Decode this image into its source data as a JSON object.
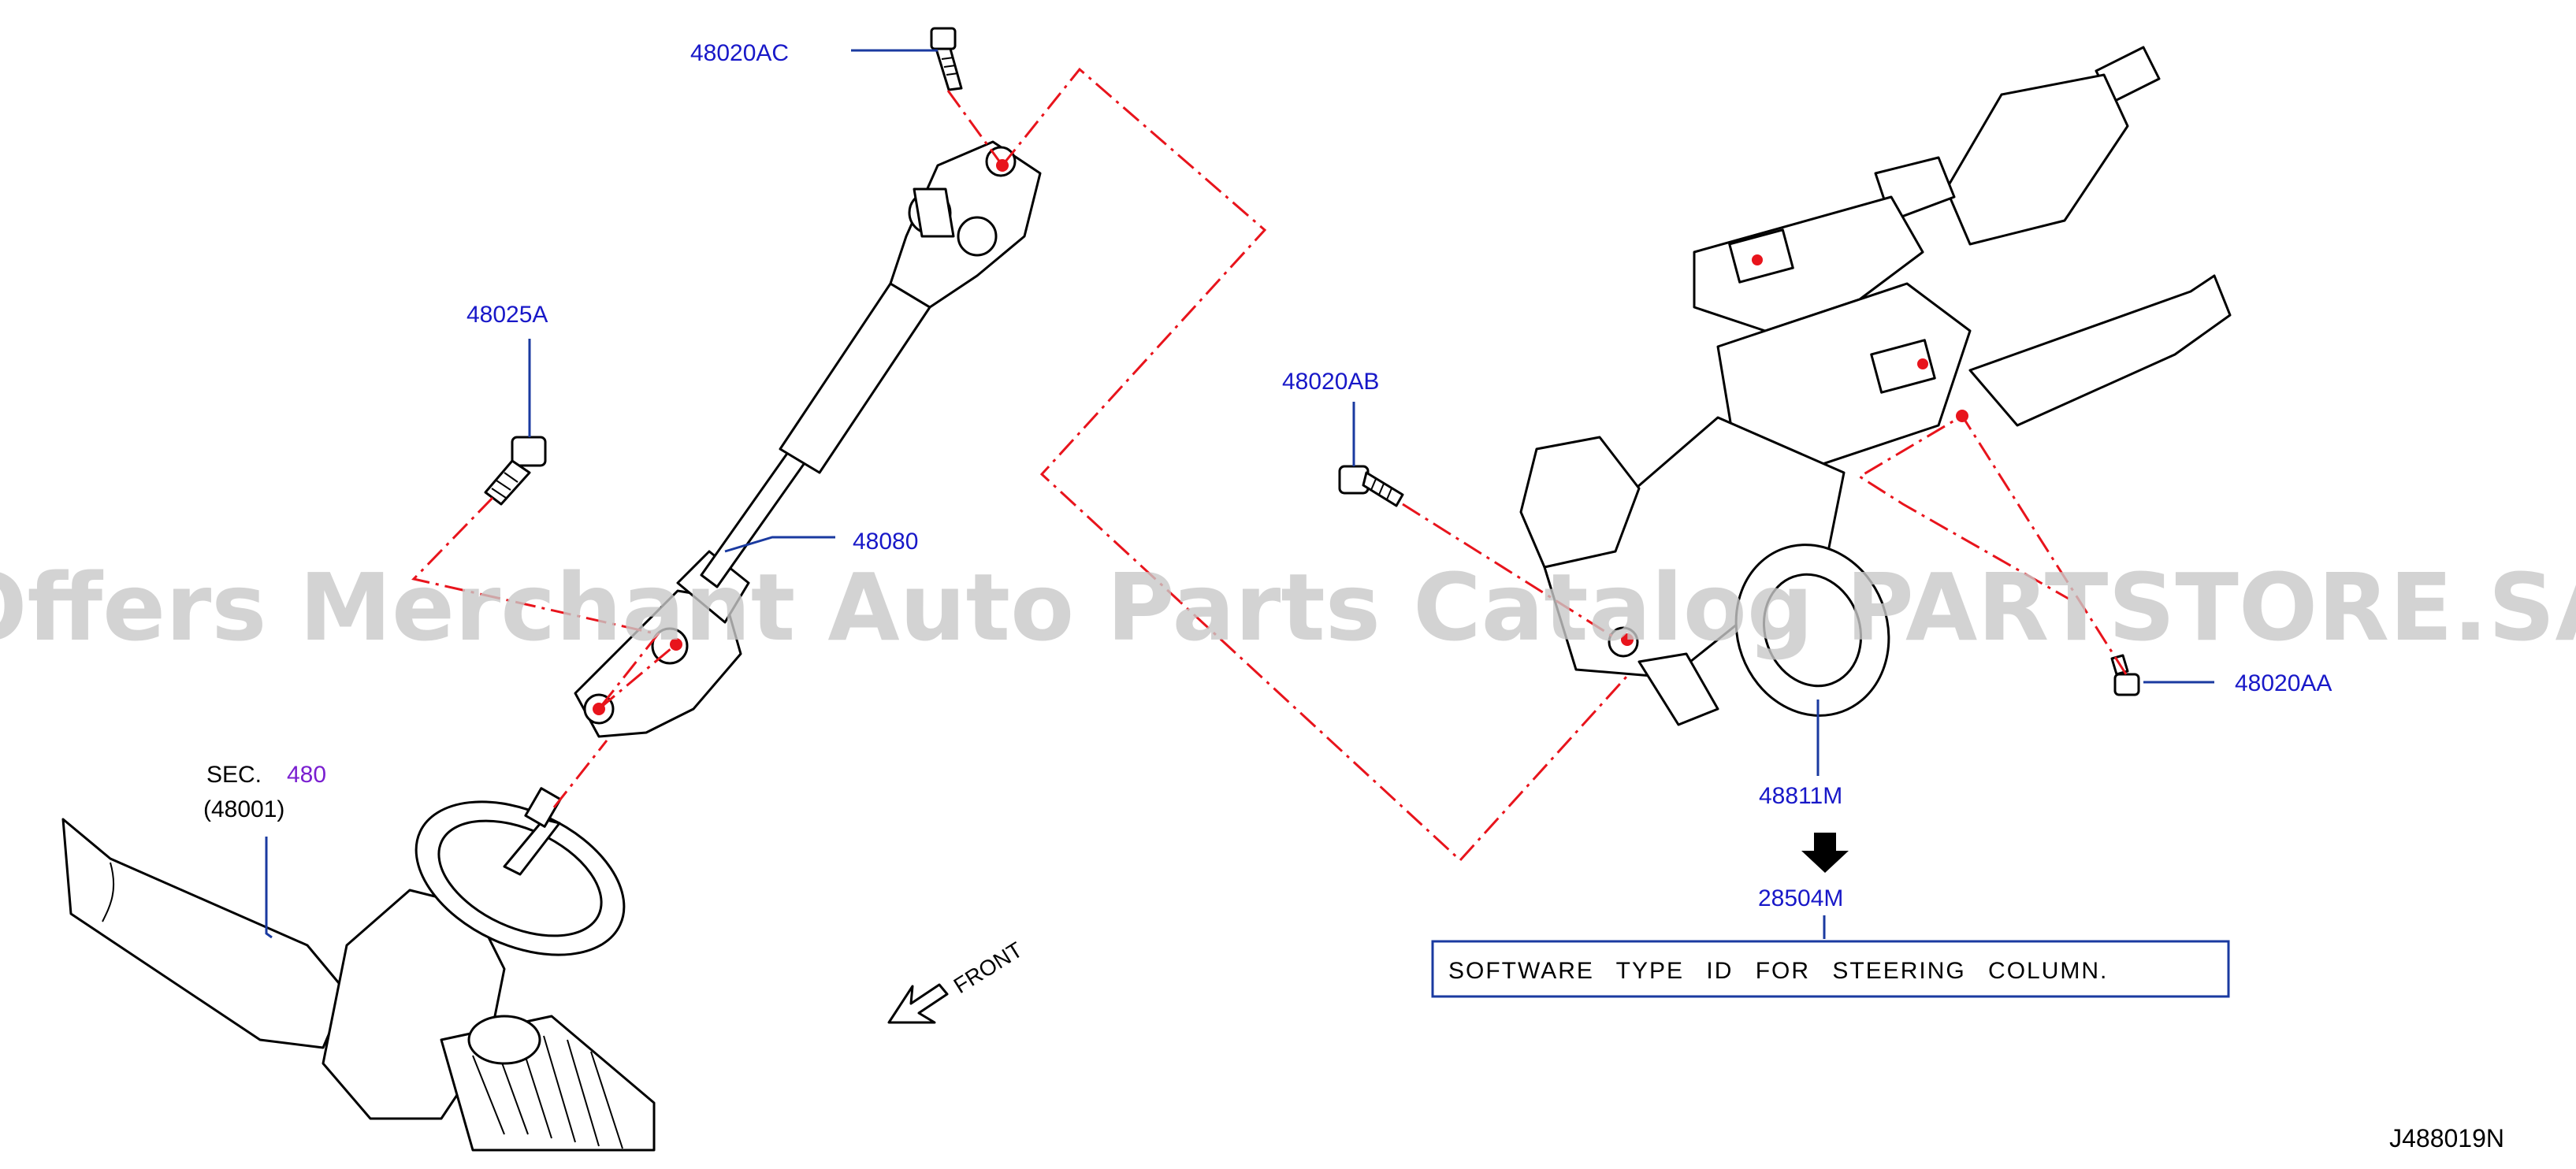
{
  "callouts": {
    "p48020AC": "48020AC",
    "p48025A": "48025A",
    "p48080": "48080",
    "p48020AB": "48020AB",
    "p48020AA": "48020AA",
    "p48811M": "48811M",
    "p28504M": "28504M"
  },
  "section_ref": {
    "prefix": "SEC.",
    "number": "480",
    "sub": "(48001)"
  },
  "note_box": {
    "text": "SOFTWARE TYPE ID FOR STEERING COLUMN."
  },
  "front_label": "FRONT",
  "diagram_code": "J488019N",
  "watermark": "Offers Merchant Auto Parts Catalog PARTSTORE.SA",
  "colors": {
    "callout_text": "#1818c8",
    "leader_line": "#1a3aa0",
    "dash_dot_line": "#e8141c",
    "section_number": "#7a1fd0",
    "watermark": "#c8c8c8"
  },
  "icons": {
    "down_arrow": "arrow-down-icon",
    "front_arrow": "front-direction-arrow-icon"
  }
}
